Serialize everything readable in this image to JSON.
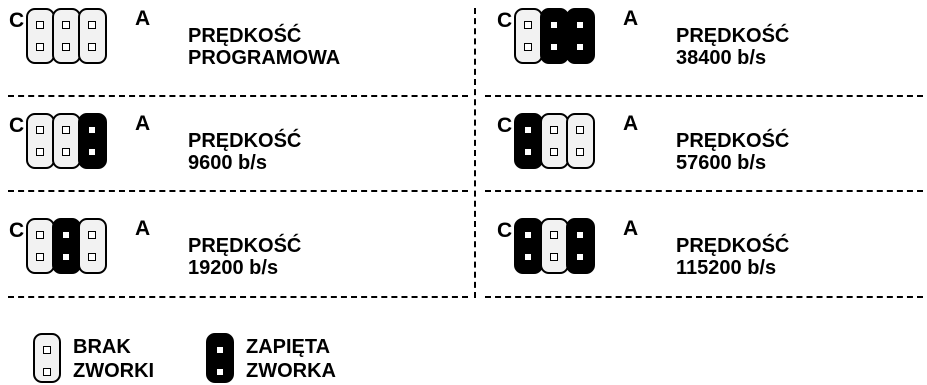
{
  "pin_c_label": "C",
  "pin_a_label": "A",
  "settings": [
    {
      "line1": "PRĘDKOŚĆ",
      "line2": "PROGRAMOWA",
      "jumpers": [
        false,
        false,
        false
      ]
    },
    {
      "line1": "PRĘDKOŚĆ",
      "line2": "38400 b/s",
      "jumpers": [
        false,
        true,
        true
      ]
    },
    {
      "line1": "PRĘDKOŚĆ",
      "line2": "9600 b/s",
      "jumpers": [
        false,
        false,
        true
      ]
    },
    {
      "line1": "PRĘDKOŚĆ",
      "line2": "57600 b/s",
      "jumpers": [
        true,
        false,
        false
      ]
    },
    {
      "line1": "PRĘDKOŚĆ",
      "line2": "19200 b/s",
      "jumpers": [
        false,
        true,
        false
      ]
    },
    {
      "line1": "PRĘDKOŚĆ",
      "line2": "115200 b/s",
      "jumpers": [
        true,
        false,
        true
      ]
    }
  ],
  "legend": {
    "open_line1": "BRAK",
    "open_line2": "ZWORKI",
    "closed_line1": "ZAPIĘTA",
    "closed_line2": "ZWORKA"
  },
  "colors": {
    "closed": "#000000",
    "open": "#f2f2f2",
    "line": "#000000"
  }
}
